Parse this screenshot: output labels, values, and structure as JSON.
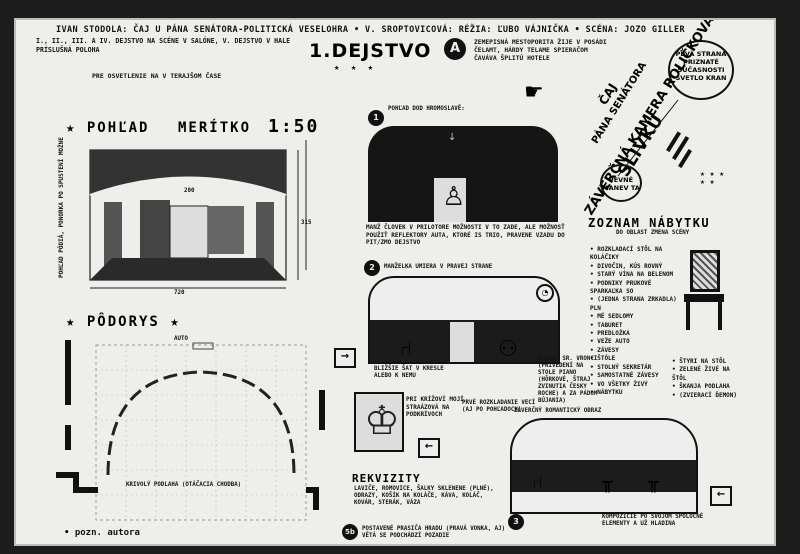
{
  "header": {
    "credits": "IVAN STODOLA: ČAJ U PÁNA SENÁTORA-POLITICKÁ VESELOHRA • V. SROPTOVICOVÁ: RÉŽIA: ĽUBO VÁJNIČKA • SCÉNA: JOZO GILLER",
    "scenes_line": "I., II., III. A IV. DEJSTVO NA SCÉNE V SALÓNE, V. DEJSTVO V HALE PRÍSLUŠNÁ POLOHA",
    "lighting_line": "PRE OSVETLENIE NA V TERAJŠOM ČASE",
    "act_title": "1.DEJSTVO",
    "act_letter": "A",
    "act_stars": "★ ★ ★",
    "setting_note": "ZEMEPISNÁ MESTOPORITA ŽIJE V POSÁDI ČELAMT, HÁRDY TELAME SPIERAČOM ČAVÁVA ŠPLITÚ HOTELE"
  },
  "sections": {
    "view_title": "POHĽAD",
    "scale_label": "MERÍTKO",
    "scale_value": "1:50",
    "plan_title": "PÔDORYS",
    "furniture_title": "ZOZNAM NÁBYTKU",
    "props_title": "REKVIZITY",
    "author_note": "• pozn. autora"
  },
  "stage_view": {
    "dim_top": "200",
    "dim_bottom": "720",
    "dim_left": "315",
    "side_note": "POHĽAD PÓDIÁ, PONORKA PO SPUSTENÍ MOŽNE"
  },
  "plan": {
    "label_top": "AUTO",
    "floor_note": "KRIVOLÝ PODLAHA (OTÁČACIA CHODBA)"
  },
  "scenes": [
    {
      "num": "1",
      "title": "POHĽAD DOD HROMOSLAVĚ:",
      "caption": "MANŽ ČLOVEK V PRILOTORE MOŽNOSTI V TO ZADE, ALE MOŽNOSŤ POUŽIŤ REFLEKTORY AUTA, KTORÉ IS TRIO, PRAVENE VZADU DO PIT/ZMO DEJSTVO"
    },
    {
      "num": "2",
      "title": "MANŽELKA UMIERA V PRAVEJ STRANE",
      "caption": "BLIŽŠIE ŠAT V KRESLE ALEBO K NEMU"
    },
    {
      "num": "3",
      "title": "ZÁVERČNÝ ROMANTICKÝ OBRAZ",
      "caption": "PRVÉ ROZKLADANIE VECÍ (AJ PO POHĽADOCH)"
    }
  ],
  "side_notes": {
    "elena": "ELENA, SR. VRONCI (PRIVEDENÍ NA STOLE PIANO (HÔRKOVÉ, ŠTRAJ ZVINUTIA ČESKY ROCHE) A ZA PÁDOM BÚJANIA)",
    "fourth_note": "PRI KRÍŽOVÍ MOJÍ STRAÁZOVÁ NA PODKRÍVOCH",
    "props_list": "LAVIČE, ROMOVICE, ŠALKY SKLENENE (PLNÉ), ODRAZY, KOŠÍK NA KOLÁČE, KÁVA, KOLÁČ, KOVÁR, STERÁK, VÁZA",
    "composition": "KOMPOZÍCIE PO SVOJOM SPOLOČNÉ ELEMENTY A UŽ HLADINA",
    "circle_5b": "5b",
    "circle_3": "3",
    "bottom_note": "POSTAVENÉ PRASIČA HRADU (PRAVÁ VONKA, AJ) VĚTÁ SE PODCHÁDZÍ POZADIE"
  },
  "furniture": {
    "subtitle": "DO OBLAST ZMENA SCÉNY",
    "items_left": [
      "ROZKLADACÍ STÔL NA KOLÁČIKY",
      "DIVOČIN, KÚS ROVNÝ",
      "STARÝ VÍNA NA BELENOM",
      "PODNIKY PRUKOVÉ SPARKAĽKA SO",
      "(JEDNA STRANA ZRKADLA) PLN",
      "MÉ SEDLOMY",
      "TABURET",
      "PREDLOŽKA",
      "VEŽE AUTO",
      "ZÁVESY",
      "ŠTÓLE",
      "STOLNÝ SEKRETÁR",
      "SAMOSTATNÉ ZÁVESY",
      "VO VŠETKY ŽIVÝ",
      "NÁBYTKU"
    ],
    "items_right": [
      "ŠTYRI NA STÔL",
      "ZELENÉ ŽIVÉ NA ŠTÔL",
      "ŠKANJA PODLAHA",
      "(ZVIERACÍ ĎEMON)"
    ]
  },
  "stamps": {
    "top_right": "PEVÁ STRANA PRIZNATÉ SÚČASNOSTI SVETLO KRAN",
    "diagonal_1": "ZÁVERČNÁ KAMERA ROLIČKOVÁ",
    "diagonal_2": "SLIVKU",
    "diagonal_3": "PÁNA SENÁTORA",
    "diagonal_4": "ČAJ",
    "round_left": "PEVNÉ MANEV TA",
    "stars_right": "★ ★ ★ ★ ★"
  },
  "icons": {
    "pointing_hand": "pointing-hand-icon",
    "arrow_right": "→",
    "arrow_left": "←"
  }
}
